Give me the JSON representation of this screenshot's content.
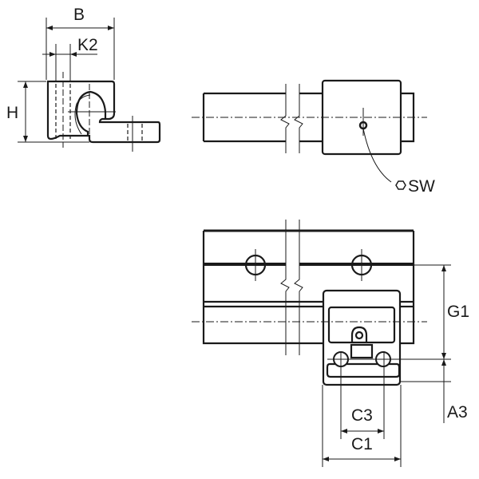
{
  "labels": {
    "B": "B",
    "K2": "K2",
    "H": "H",
    "SW": "SW",
    "G1": "G1",
    "A3": "A3",
    "C3": "C3",
    "C1": "C1"
  },
  "icons": {
    "sw": "hexagon-icon"
  }
}
